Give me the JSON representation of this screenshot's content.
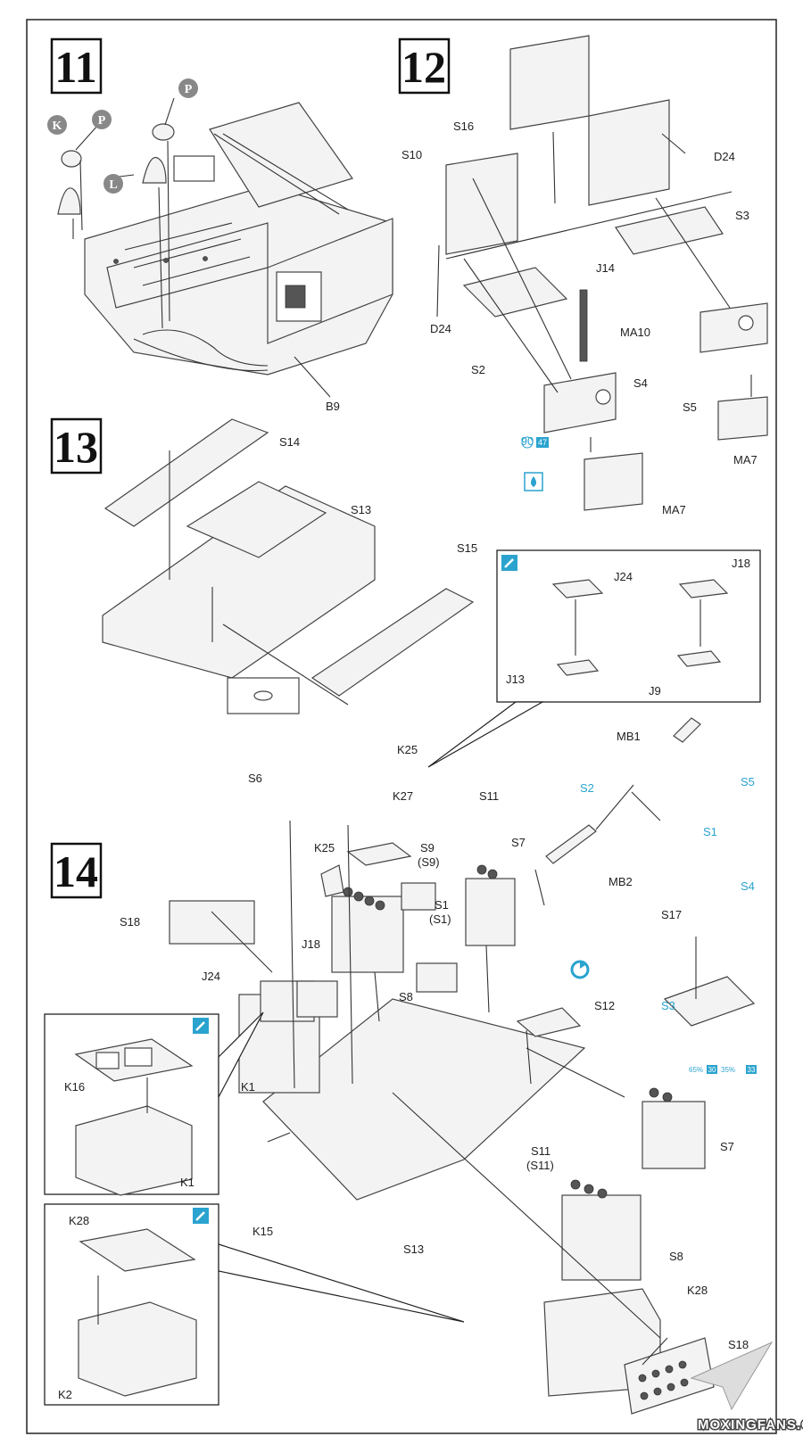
{
  "steps": {
    "s11": {
      "number": "11",
      "callouts": {
        "k": "K",
        "p1": "P",
        "p2": "P",
        "l": "L"
      },
      "labels": {
        "b9": "B9"
      }
    },
    "s12": {
      "number": "12",
      "labels": {
        "s16": "S16",
        "d24a": "D24",
        "s10": "S10",
        "s3": "S3",
        "j14": "J14",
        "ma10": "MA10",
        "d24b": "D24",
        "s2": "S2",
        "s4": "S4",
        "s5": "S5",
        "ma7a": "MA7",
        "ma7b": "MA7"
      },
      "paint": {
        "code1": "90",
        "code2": "47"
      }
    },
    "s13": {
      "number": "13",
      "labels": {
        "s14": "S14",
        "s13": "S13",
        "s15": "S15"
      },
      "inset": {
        "j24": "J24",
        "j18": "J18",
        "j13": "J13",
        "j9": "J9"
      }
    },
    "s14": {
      "number": "14",
      "labels": {
        "k25a": "K25",
        "s6": "S6",
        "k27": "K27",
        "s11a": "S11",
        "s9": "S9",
        "s9p": "(S9)",
        "s7a": "S7",
        "k25b": "K25",
        "s18a": "S18",
        "s1": "S1",
        "s1p": "(S1)",
        "j18": "J18",
        "j24": "J24",
        "s8a": "S8",
        "k1a": "K1",
        "k16": "K16",
        "k1b": "K1",
        "k15": "K15",
        "s13": "S13",
        "s11b": "S11",
        "s11p": "(S11)",
        "s7b": "S7",
        "s8b": "S8",
        "k28a": "K28",
        "k28b": "K28",
        "k2": "K2",
        "s18b": "S18",
        "mb1": "MB1",
        "mb2": "MB2",
        "s12": "S12",
        "s17": "S17"
      },
      "cyan_labels": {
        "s2": "S2",
        "s5": "S5",
        "s1": "S1",
        "s4": "S4",
        "s3": "S3"
      },
      "paint_mix": {
        "a": "65%",
        "b": "30",
        "c": "35%",
        "d": "33"
      }
    }
  },
  "watermark": "MOXINGFANS.COM",
  "colors": {
    "accent": "#2aa3cf",
    "ink": "#222222",
    "step_box": "#111111"
  }
}
